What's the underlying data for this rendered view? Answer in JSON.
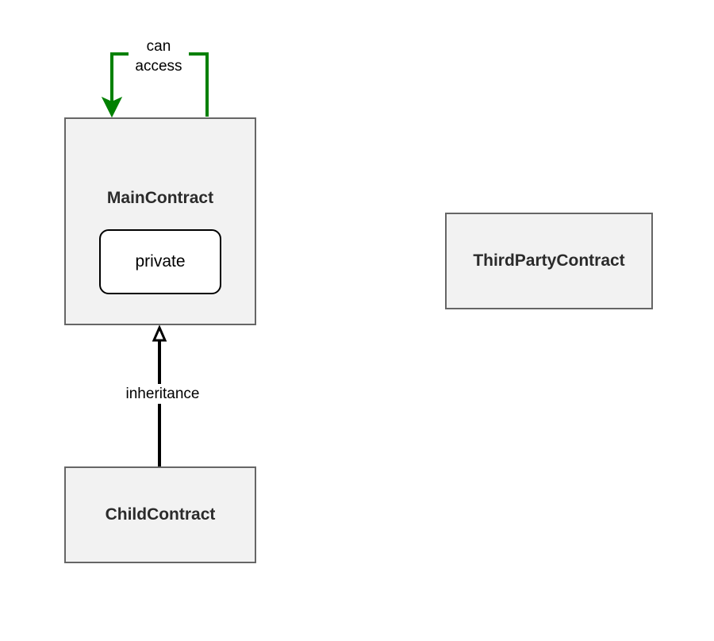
{
  "nodes": {
    "main_contract": {
      "title": "MainContract",
      "private_member": "private"
    },
    "child_contract": {
      "title": "ChildContract"
    },
    "third_party_contract": {
      "title": "ThirdPartyContract"
    }
  },
  "edges": {
    "self_access": {
      "label_line1": "can",
      "label_line2": "access",
      "color": "#008000"
    },
    "inheritance": {
      "label": "inheritance",
      "color": "#000000"
    }
  },
  "colors": {
    "box_fill": "#f2f2f2",
    "box_border": "#666666",
    "private_fill": "#ffffff",
    "private_border": "#000000"
  }
}
